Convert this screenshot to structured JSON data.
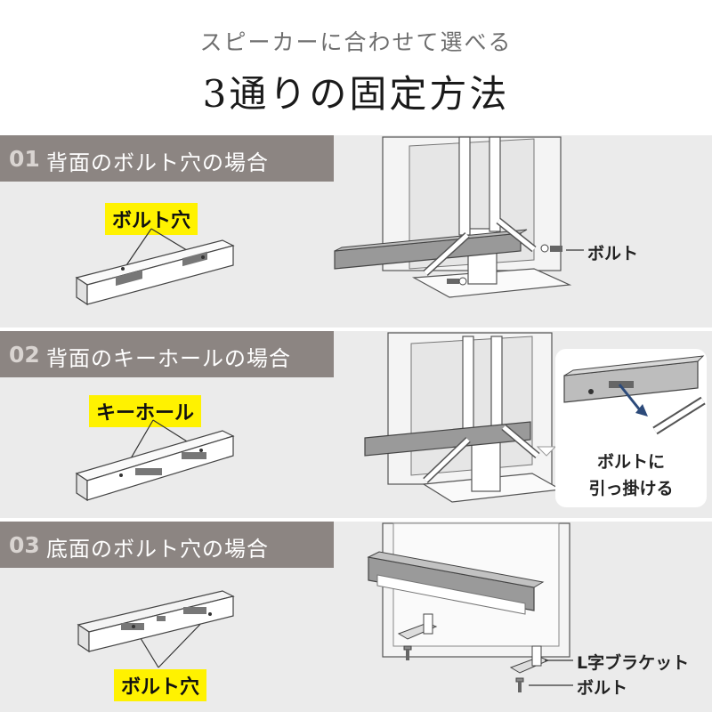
{
  "header": {
    "subtitle": "スピーカーに合わせて選べる",
    "title": "3通りの固定方法"
  },
  "sections": [
    {
      "number": "01",
      "label": "背面のボルト穴の場合",
      "tag": "ボルト穴",
      "callouts": [
        "ボルト"
      ]
    },
    {
      "number": "02",
      "label": "背面のキーホールの場合",
      "tag": "キーホール",
      "bubble_lines": [
        "ボルトに",
        "引っ掛ける"
      ]
    },
    {
      "number": "03",
      "label": "底面のボルト穴の場合",
      "tag": "ボルト穴",
      "callouts": [
        "L字ブラケット",
        "ボルト"
      ]
    }
  ],
  "colors": {
    "label_bar": "#8c8582",
    "section_bg": "#ebebeb",
    "tag_bg": "#fff200",
    "arrow": "#2c4a7a"
  }
}
